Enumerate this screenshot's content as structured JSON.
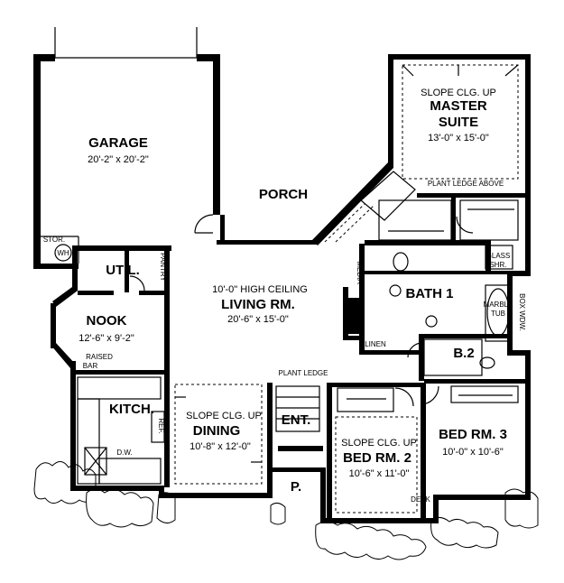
{
  "rooms": {
    "garage": {
      "name": "GARAGE",
      "size": "20'-2\" x 20'-2\""
    },
    "porch": {
      "name": "PORCH"
    },
    "master": {
      "note": "SLOPE CLG. UP",
      "name1": "MASTER",
      "name2": "SUITE",
      "size": "13'-0\" x 15'-0\""
    },
    "plant_ledge_above": "PLANT LEDGE ABOVE",
    "util": {
      "name": "UTIL."
    },
    "pantry": "PANTRY",
    "stor": "STOR.",
    "wh": "WH",
    "living": {
      "note": "10'-0\" HIGH CEILING",
      "name": "LIVING RM.",
      "size": "20'-6\" x 15'-0\""
    },
    "nook": {
      "name": "NOOK",
      "size": "12'-6\" x 9'-2\""
    },
    "raised_bar": {
      "line1": "RAISED",
      "line2": "BAR"
    },
    "kitchen": {
      "name": "KITCH."
    },
    "ref": "REF.",
    "dw": "D.W.",
    "dining": {
      "note": "SLOPE CLG. UP",
      "name": "DINING",
      "size": "10'-8\" x 12'-0\""
    },
    "plant_ledge": "PLANT LEDGE",
    "entry": {
      "name": "ENT."
    },
    "porch_small": {
      "name": "P."
    },
    "media": "MEDIA",
    "linen": "LINEN",
    "bath1": {
      "name": "BATH 1"
    },
    "marble_tub": {
      "line1": "MARBLE",
      "line2": "TUB"
    },
    "glass_shr": {
      "line1": "GLASS",
      "line2": "SHR."
    },
    "box_wdw": "BOX WDW.",
    "bath2": {
      "name": "B.2"
    },
    "bed2": {
      "note": "SLOPE CLG. UP",
      "name": "BED RM. 2",
      "size": "10'-6\" x 11'-0\""
    },
    "bed3": {
      "name": "BED RM. 3",
      "size": "10'-0\" x 10'-6\""
    },
    "desk": "DESK"
  }
}
